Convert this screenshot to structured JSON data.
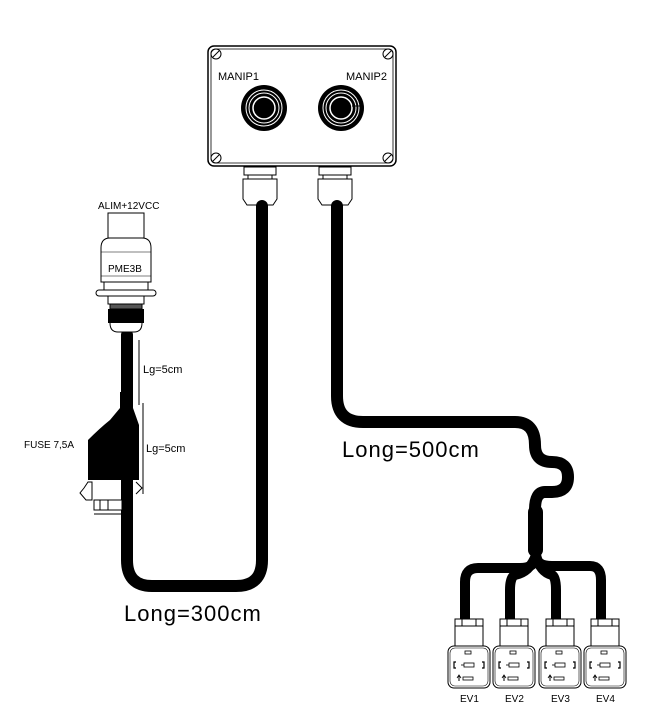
{
  "diagram": {
    "control_box": {
      "buttons": [
        {
          "label": "MANIP1"
        },
        {
          "label": "MANIP2"
        }
      ]
    },
    "power_connector": {
      "label": "ALIM+12VCC",
      "model": "PME3B"
    },
    "fuse": {
      "label": "FUSE 7,5A",
      "length_above": "Lg=5cm",
      "length_below": "Lg=5cm"
    },
    "cables": {
      "power_cable_length": "Long=300cm",
      "valve_cable_length": "Long=500cm"
    },
    "valves": [
      {
        "label": "EV1"
      },
      {
        "label": "EV2"
      },
      {
        "label": "EV3"
      },
      {
        "label": "EV4"
      }
    ],
    "colors": {
      "line": "#000000",
      "background": "#ffffff"
    }
  }
}
